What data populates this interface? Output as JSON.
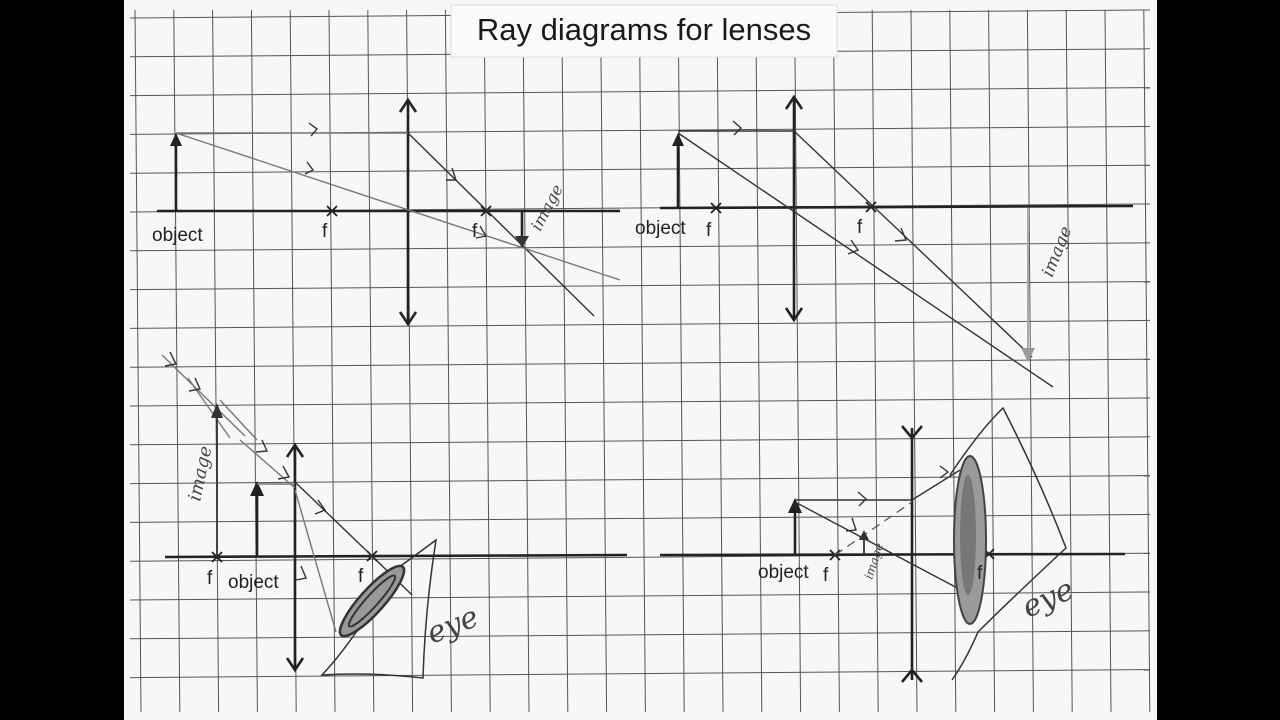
{
  "title": "Ray diagrams for lenses",
  "colors": {
    "paper": "#f7f7f5",
    "ink": "#222222",
    "background": "#000000"
  },
  "diagrams": [
    {
      "id": "top-left",
      "labels": {
        "object": "object",
        "focal_left": "f",
        "focal_right": "f",
        "image": "image"
      }
    },
    {
      "id": "top-right",
      "labels": {
        "object": "object",
        "focal_left": "f",
        "focal_right": "f",
        "image": "image"
      }
    },
    {
      "id": "bottom-left",
      "labels": {
        "object": "object",
        "focal_left": "f",
        "focal_right": "f",
        "image": "image",
        "eye": "eye"
      }
    },
    {
      "id": "bottom-right",
      "labels": {
        "object": "object",
        "focal_left": "f",
        "focal_right": "f",
        "image": "image",
        "eye": "eye"
      }
    }
  ]
}
